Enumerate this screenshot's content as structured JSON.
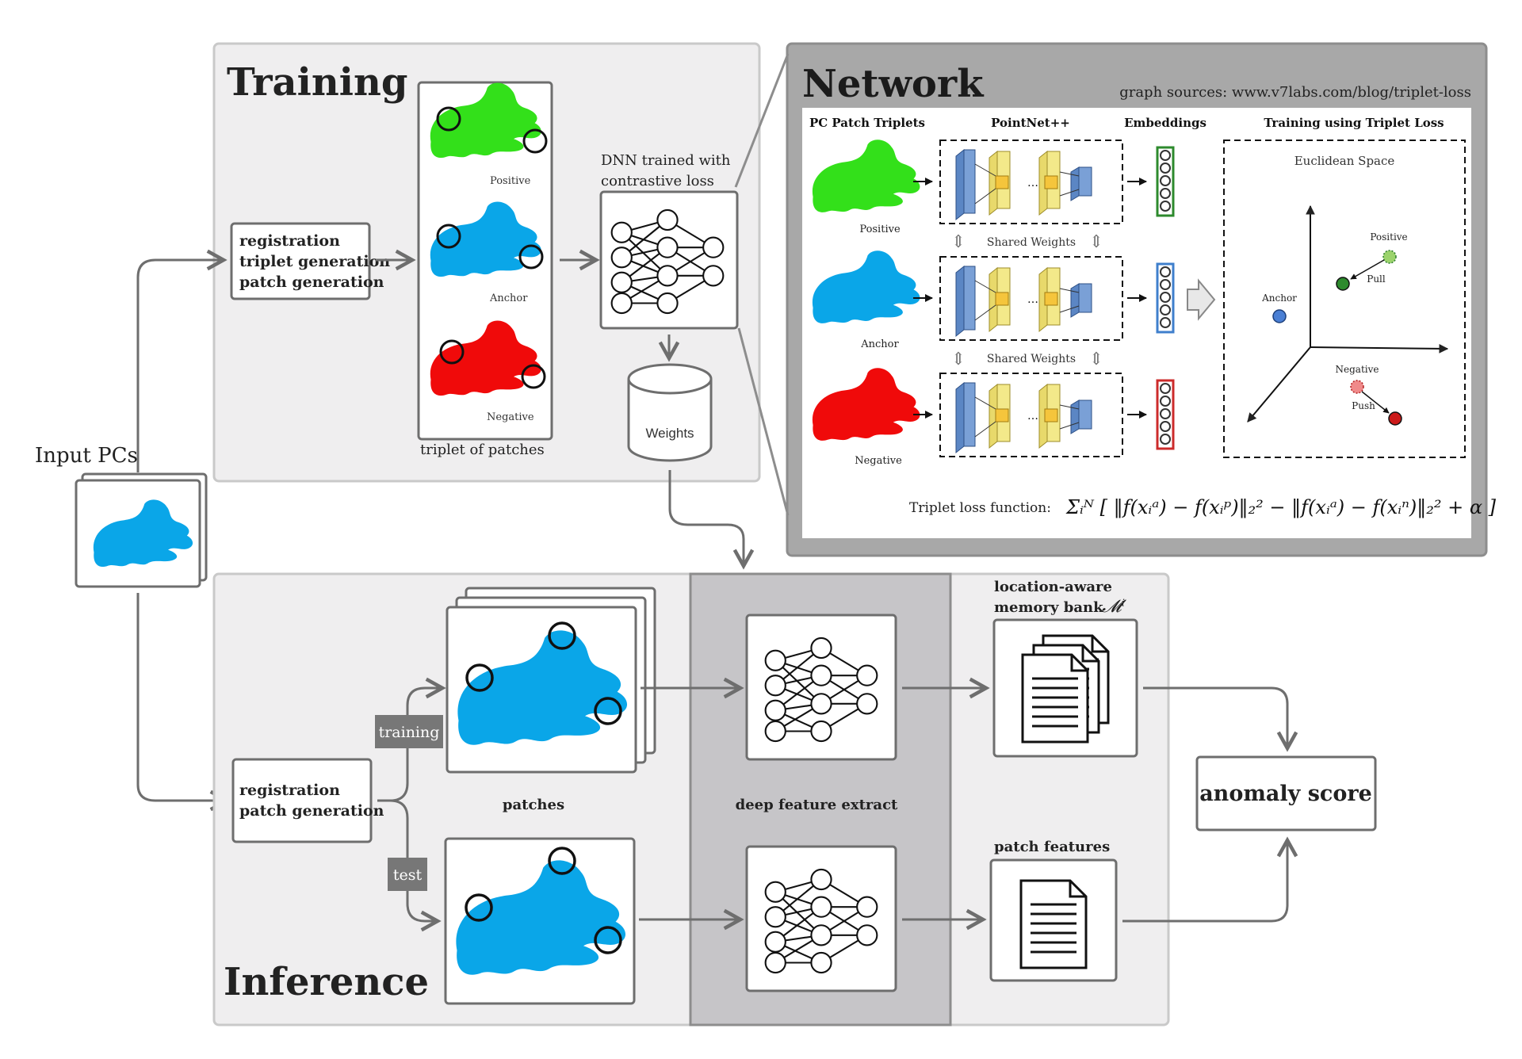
{
  "training": {
    "title": "Training",
    "prep_lines": [
      "registration",
      "triplet generation",
      "patch generation"
    ],
    "patches": {
      "positive": "Positive",
      "anchor": "Anchor",
      "negative": "Negative",
      "caption": "triplet of patches"
    },
    "dnn_lines": [
      "DNN trained with",
      "contrastive loss"
    ],
    "weights": "Weights"
  },
  "input": {
    "label": "Input PCs"
  },
  "network": {
    "title": "Network",
    "source": "graph sources: www.v7labs.com/blog/triplet-loss",
    "col_triplets": "PC Patch Triplets",
    "col_pointnet": "PointNet++",
    "col_embeddings": "Embeddings",
    "col_training": "Training using Triplet Loss",
    "positive": "Positive",
    "anchor": "Anchor",
    "negative": "Negative",
    "shared_weights": "Shared Weights",
    "euclidean": "Euclidean Space",
    "e_positive": "Positive",
    "e_anchor": "Anchor",
    "e_negative": "Negative",
    "pull": "Pull",
    "push": "Push",
    "loss_label": "Triplet loss function:",
    "loss_formula": "Σᵢᴺ [ ‖f(xᵢᵃ) − f(xᵢᵖ)‖₂² − ‖f(xᵢᵃ) − f(xᵢⁿ)‖₂² + α ]"
  },
  "inference": {
    "title": "Inference",
    "prep_lines": [
      "registration",
      "patch generation"
    ],
    "tag_training": "training",
    "tag_test": "test",
    "patches": "patches",
    "deep_feature": "deep feature extract",
    "memory_lines": [
      "location-aware",
      "memory bank"
    ],
    "memory_symbol": "𝓜ⁱ",
    "patch_features": "patch features",
    "anomaly": "anomaly score"
  },
  "colors": {
    "panel": "#efeeef",
    "panel_border": "#c9c9c9",
    "network_frame": "#a8a8a8",
    "dark_column": "#c6c5c8",
    "arrow": "#6e6e6e",
    "positive": "#33e01a",
    "anchor": "#0aa6e8",
    "negative": "#f00a0a",
    "tag_bg": "#777777"
  }
}
